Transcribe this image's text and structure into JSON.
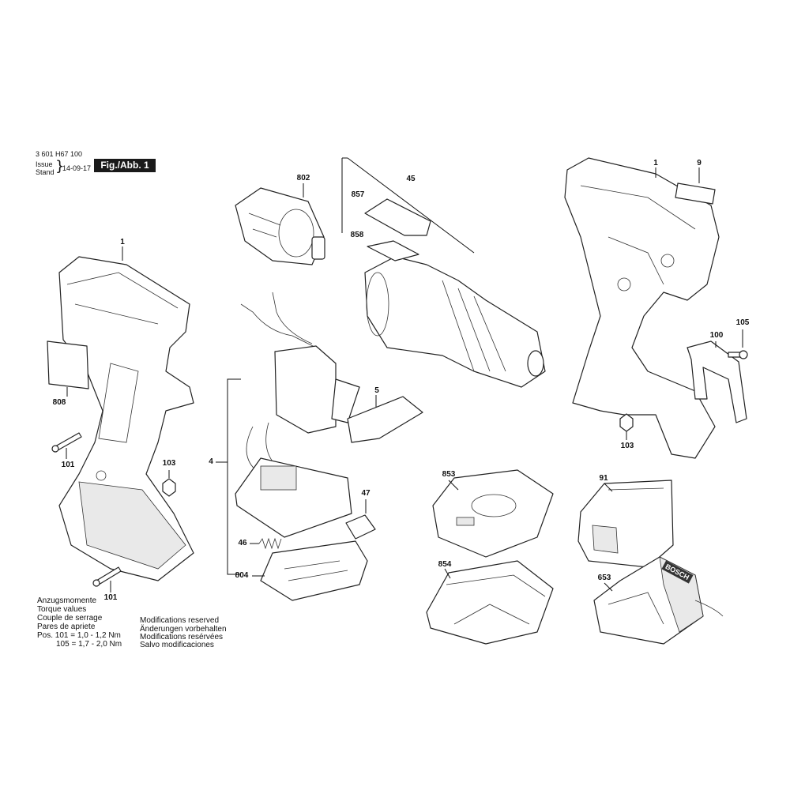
{
  "header": {
    "part_number": "3 601 H67 100",
    "issue_label": "Issue",
    "stand_label": "Stand",
    "issue_date": "14-09-17",
    "figure_label": "Fig./Abb. 1"
  },
  "part_labels": {
    "p1_left": "1",
    "p808": "808",
    "p101_a": "101",
    "p101_b": "101",
    "p103_left": "103",
    "p802": "802",
    "p45": "45",
    "p857": "857",
    "p858": "858",
    "p4": "4",
    "p5": "5",
    "p47": "47",
    "p46": "46",
    "p804": "804",
    "p1_right": "1",
    "p9": "9",
    "p105": "105",
    "p100": "100",
    "p103_right": "103",
    "p853": "853",
    "p91": "91",
    "p854": "854",
    "p653": "653"
  },
  "torque": {
    "line1": "Anzugsmomente",
    "line2": "Torque values",
    "line3": "Couple de serrage",
    "line4": "Pares de apriete",
    "line5": "Pos.  101 =  1,0 - 1,2 Nm",
    "line6": "105 =  1,7 - 2,0 Nm"
  },
  "modifications": {
    "line1": "Modifications reserved",
    "line2": "Änderungen vorbehalten",
    "line3": "Modifications resérvées",
    "line4": "Salvo modificaciones"
  },
  "charger_brand": "BOSCH"
}
